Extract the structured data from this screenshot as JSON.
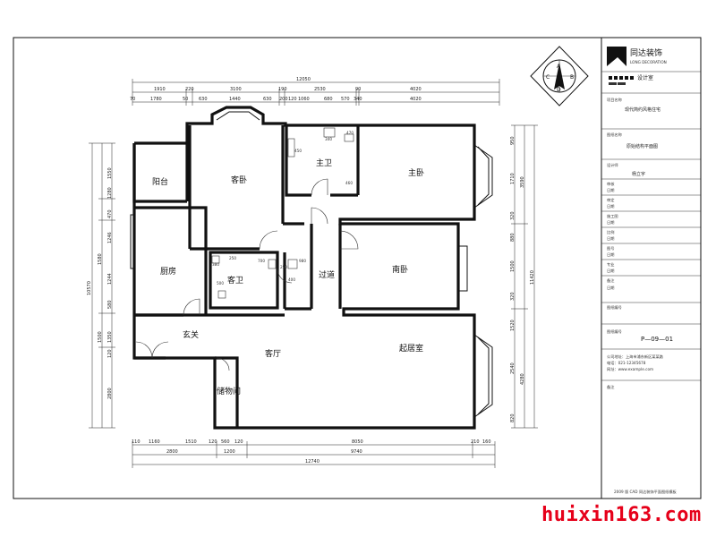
{
  "title_block": {
    "company_cn": "同达装饰",
    "company_en": "LONG DECORATION",
    "designer_label": "设计室",
    "project_label": "项目名称",
    "project_value": "现代简约风格住宅",
    "drawing_label": "图纸名称",
    "drawing_value": "原始结构平面图",
    "designer_field": "设计师",
    "designer_value": "杨立宇",
    "checker": "审核",
    "checker_value": "日期",
    "f1": "审定",
    "f1v": "日期",
    "f2": "施工图",
    "f2v": "日期",
    "f3": "比例",
    "f3v": "日期",
    "f4": "图号",
    "f4v": "日期",
    "f5": "专业",
    "f5v": "日期",
    "f6": "备注",
    "f6v": "日期",
    "sheet_label": "图纸编号",
    "sheet_value": "P—09—01",
    "notes": [
      "公司地址：上海市浦东新区某某路",
      "电话：021-12345678",
      "网址：www.example.com"
    ],
    "footer": "2009 版 CAD 同达装饰平面图纸模板"
  },
  "rooms": {
    "sec_bedroom": "客卧",
    "master_bath": "主卫",
    "master_bedroom": "主卧",
    "balcony": "阳台",
    "kitchen": "厨房",
    "guest_bath": "客卫",
    "corridor": "过道",
    "south_bedroom": "南卧",
    "entry": "玄关",
    "living_dining": "客厅",
    "living_room": "起居室",
    "storage": "储物间"
  },
  "dims_top": {
    "total": "12050",
    "row1": [
      "1910",
      "220",
      "3100",
      "190",
      "2530",
      "90",
      "4020"
    ],
    "row2": [
      "70",
      "1780",
      "50",
      "630",
      "1440",
      "630",
      "200",
      "120",
      "1060",
      "680",
      "570",
      "340",
      "4020"
    ]
  },
  "dims_bottom": {
    "total": "12740",
    "row1": [
      "110",
      "1160",
      "1510",
      "120",
      "560",
      "120",
      "8050",
      "210",
      "160"
    ],
    "row2": [
      "2800",
      "1200",
      "9740"
    ]
  },
  "dims_left": {
    "total": "10570",
    "items": [
      "1550",
      "1280",
      "470",
      "1246",
      "1580",
      "1244",
      "580",
      "1350",
      "1500",
      "120",
      "2800"
    ]
  },
  "dims_right": {
    "total": "11420",
    "items": [
      "950",
      "1710",
      "320",
      "3590",
      "880",
      "1500",
      "320",
      "1520",
      "2540",
      "4280",
      "820"
    ]
  },
  "small_dims": [
    "340",
    "470",
    "450",
    "460",
    "380",
    "250",
    "500",
    "700",
    "250",
    "980",
    "400"
  ],
  "compass": {
    "a": "A",
    "b": "B",
    "c": "C",
    "d": "D"
  },
  "watermark": "huixin163.com"
}
